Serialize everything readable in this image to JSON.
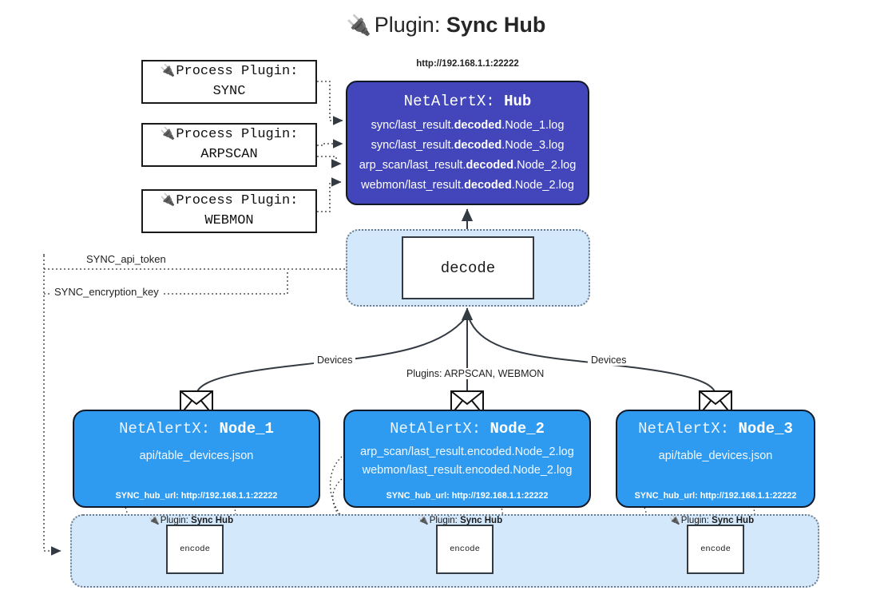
{
  "title": {
    "icon": "plug-icon",
    "prefix": "Plugin: ",
    "name": "Sync Hub"
  },
  "colors": {
    "hub_bg": "#4246ba",
    "node_bg": "#2e9bf0",
    "container_bg": "#d4e8fb",
    "box_border": "#111827",
    "text_dark": "#1a1a1a"
  },
  "process_plugins": [
    {
      "prefix": "Process Plugin:",
      "name": "SYNC"
    },
    {
      "prefix": "Process Plugin:",
      "name": "ARPSCAN"
    },
    {
      "prefix": "Process Plugin:",
      "name": "WEBMON"
    }
  ],
  "hub": {
    "url": "http://192.168.1.1:22222",
    "title_prefix": "NetAlertX: ",
    "title_name": "Hub",
    "logs": [
      {
        "pre": "sync/last_result.",
        "mid": "decoded",
        "post": ".Node_1.log"
      },
      {
        "pre": "sync/last_result.",
        "mid": "decoded",
        "post": ".Node_3.log"
      },
      {
        "pre": "arp_scan/last_result.",
        "mid": "decoded",
        "post": ".Node_2.log"
      },
      {
        "pre": "webmon/last_result.",
        "mid": "decoded",
        "post": ".Node_2.log"
      }
    ]
  },
  "decode": {
    "label": "decode"
  },
  "tokens": [
    {
      "label": "SYNC_api_token"
    },
    {
      "label": "SYNC_encryption_key"
    }
  ],
  "edge_labels": {
    "devices_left": "Devices",
    "devices_right": "Devices",
    "plugins_center": "Plugins: ARPSCAN, WEBMON"
  },
  "nodes": [
    {
      "title_prefix": "NetAlertX: ",
      "title_name": "Node_1",
      "lines": [
        "api/table_devices.json"
      ],
      "footer": "SYNC_hub_url: http://192.168.1.1:22222",
      "envelope": "envelope-icon"
    },
    {
      "title_prefix": "NetAlertX: ",
      "title_name": "Node_2",
      "lines": [
        "arp_scan/last_result.encoded.Node_2.log",
        "webmon/last_result.encoded.Node_2.log"
      ],
      "footer": "SYNC_hub_url: http://192.168.1.1:22222",
      "envelope": "envelope-icon"
    },
    {
      "title_prefix": "NetAlertX: ",
      "title_name": "Node_3",
      "lines": [
        "api/table_devices.json"
      ],
      "footer": "SYNC_hub_url: http://192.168.1.1:22222",
      "envelope": "envelope-icon"
    }
  ],
  "encoders": [
    {
      "plugin_prefix": "Plugin: ",
      "plugin_name": "Sync Hub",
      "label": "encode"
    },
    {
      "plugin_prefix": "Plugin: ",
      "plugin_name": "Sync Hub",
      "label": "encode"
    },
    {
      "plugin_prefix": "Plugin: ",
      "plugin_name": "Sync Hub",
      "label": "encode"
    }
  ]
}
